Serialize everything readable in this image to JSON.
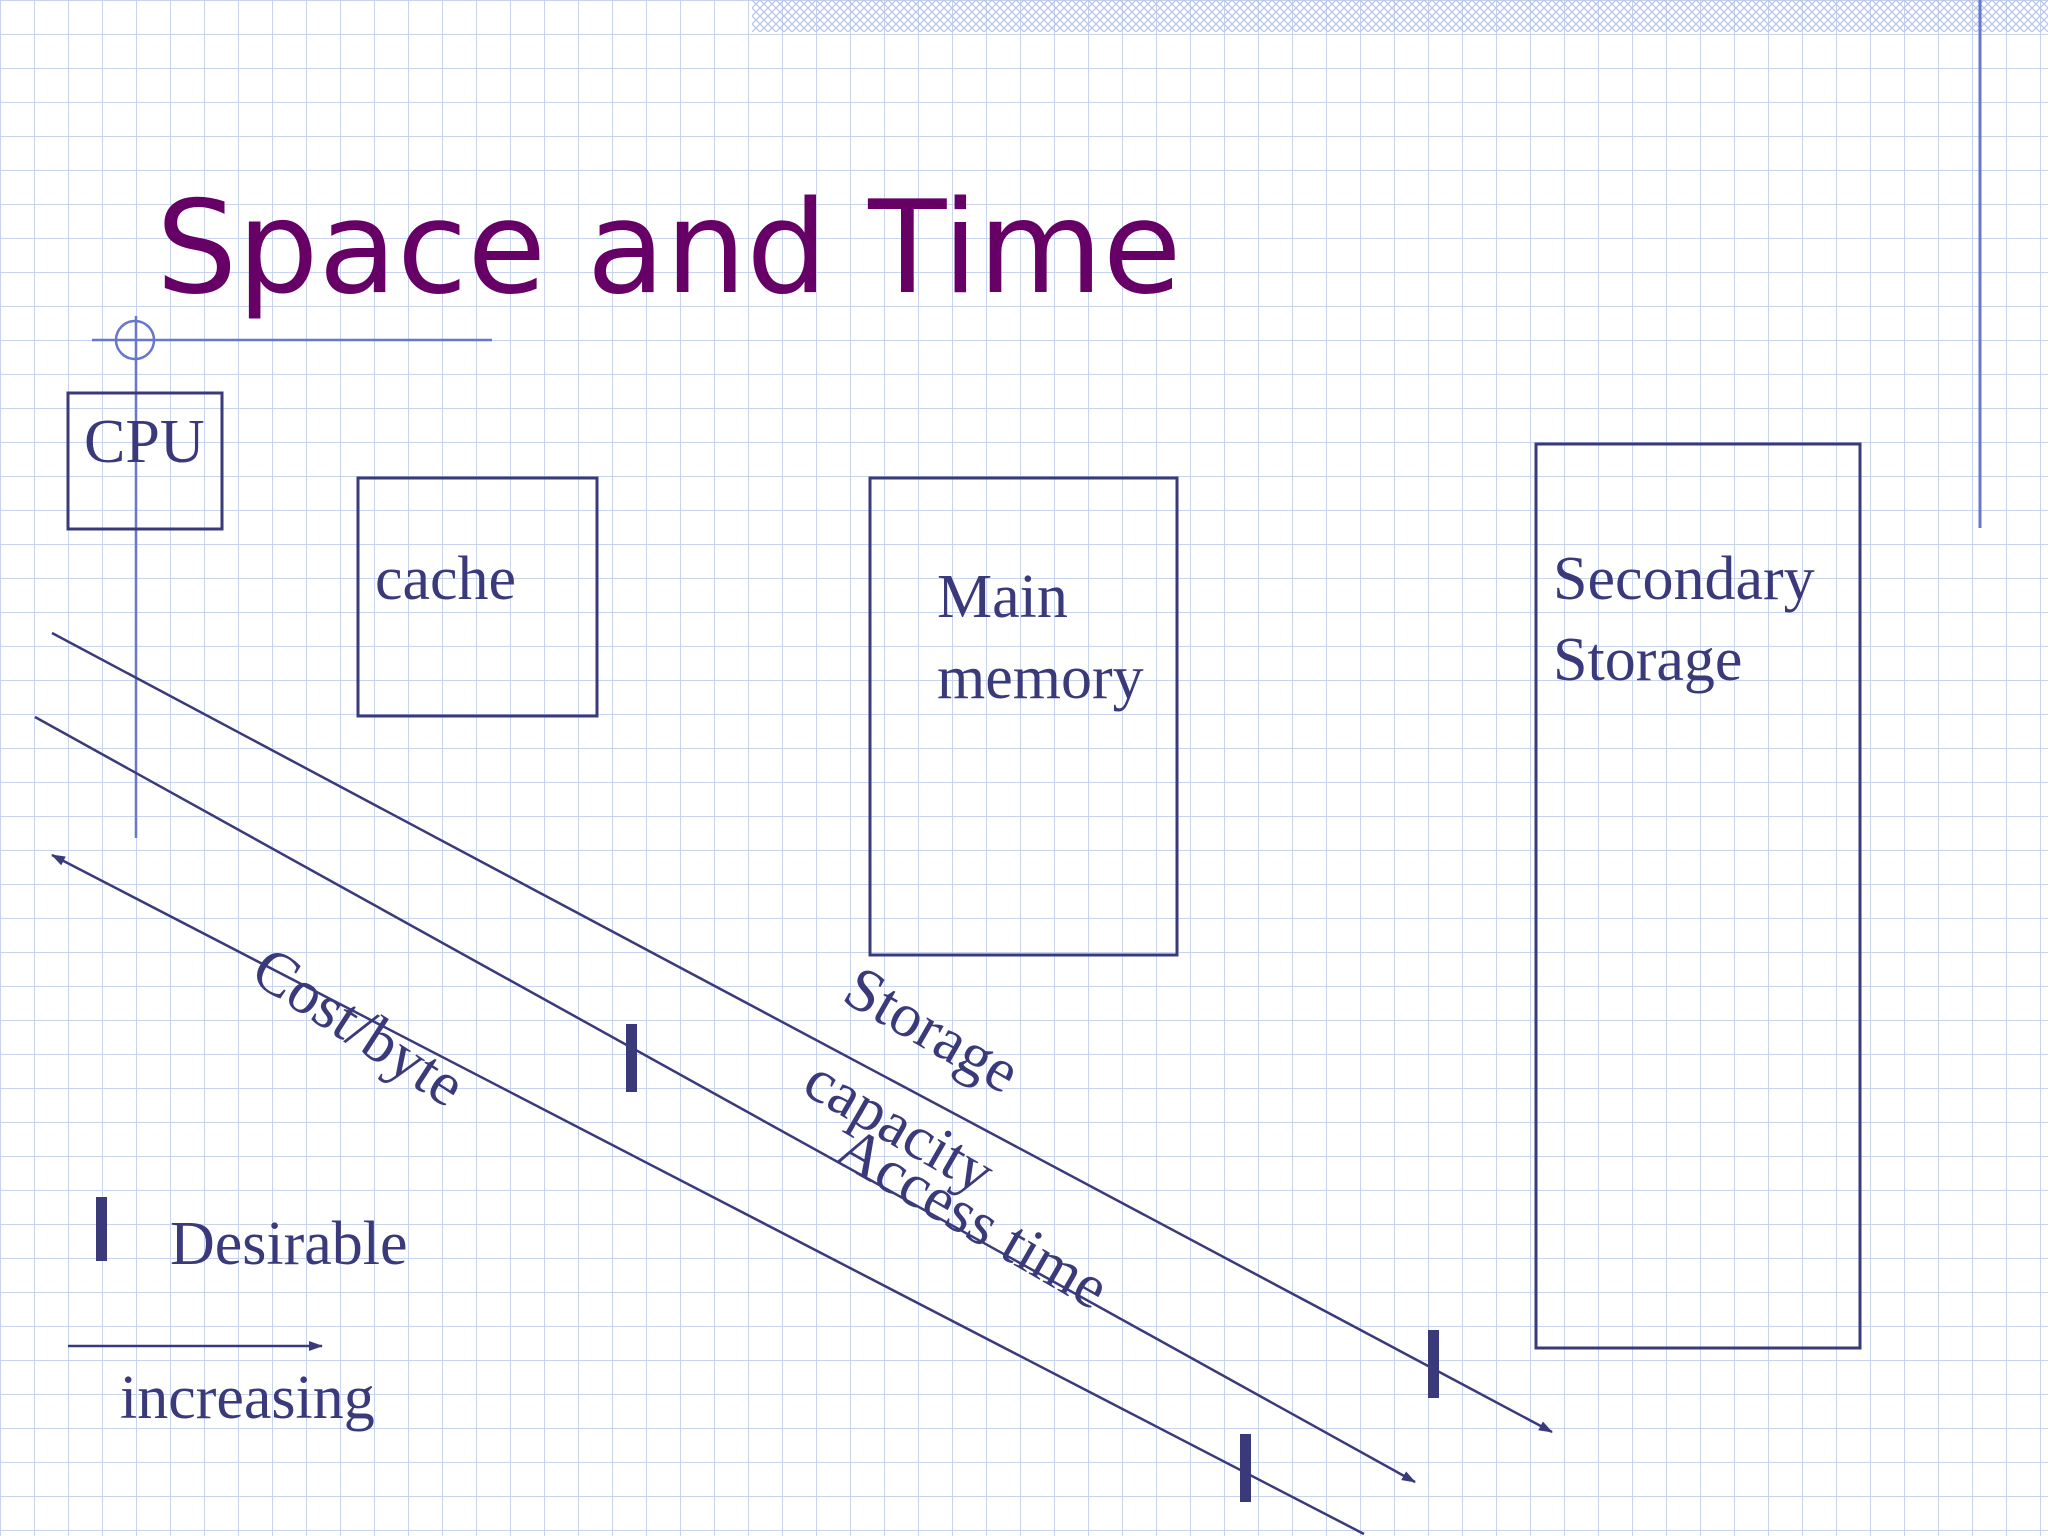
{
  "slide": {
    "title": "Space and Time",
    "colors": {
      "title": "#660066",
      "ink": "#3a3a7a",
      "grid": "#c8d4ee",
      "accent_line": "#6677cc"
    }
  },
  "boxes": {
    "cpu": "CPU",
    "cache": "cache",
    "main_memory": [
      "Main",
      "memory"
    ],
    "secondary_storage": [
      "Secondary",
      "Storage"
    ]
  },
  "axes": {
    "storage_capacity": [
      "Storage",
      "capacity"
    ],
    "access_time": "Access time",
    "cost_per_byte": "Cost/byte"
  },
  "legend": {
    "desirable": "Desirable",
    "increasing": "increasing"
  }
}
